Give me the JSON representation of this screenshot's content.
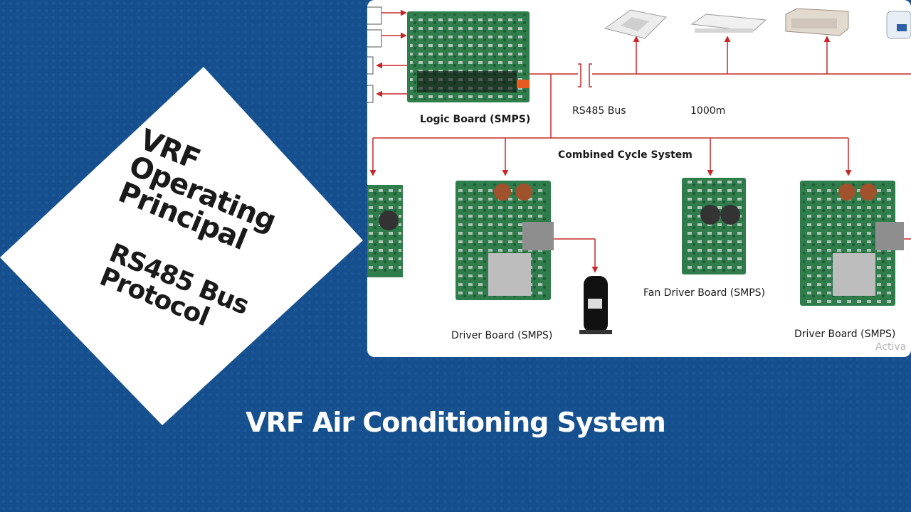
{
  "colors": {
    "background": "#154f8e",
    "background_dot": "#2a68a8",
    "diamond": "#ffffff",
    "panel": "#ffffff",
    "wire": "#c62828",
    "pcb": "#2e7d4a"
  },
  "diamond": {
    "title_lines": [
      "VRF",
      "Operating",
      "Principal"
    ],
    "subtitle_lines": [
      "RS485 Bus",
      "Protocol"
    ]
  },
  "banner": {
    "title": "VRF Air Conditioning System"
  },
  "diagram": {
    "logic_board_label": "Logic Board (SMPS)",
    "bus_label": "RS485 Bus",
    "length_label": "1000m",
    "system_label": "Combined Cycle System",
    "driver_board_left_label": "Driver Board (SMPS)",
    "fan_driver_label": "Fan Driver Board (SMPS)",
    "driver_board_right_label": "Driver Board (SMPS)",
    "watermark": "Activa",
    "indoor_units": [
      "cassette-unit-icon",
      "ceiling-unit-icon",
      "duct-unit-icon",
      "wall-unit-icon"
    ]
  }
}
